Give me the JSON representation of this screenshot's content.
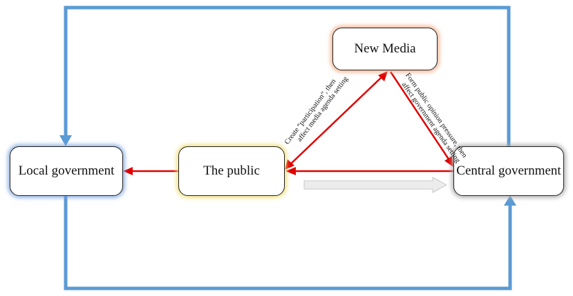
{
  "nodes": {
    "local_government": "Local government",
    "the_public": "The public",
    "new_media": "New Media",
    "central_government": "Central government"
  },
  "edge_labels": {
    "public_to_media": [
      "Create “participation”, then",
      "affect media agenda setting"
    ],
    "media_to_central": [
      "Form public opinion pressure, then",
      "affect government agenda setting"
    ]
  },
  "colors": {
    "red_arrow": "#e00000",
    "blue_arrow": "#5b9bd5",
    "gray_arrow": "#d9d9d9"
  }
}
